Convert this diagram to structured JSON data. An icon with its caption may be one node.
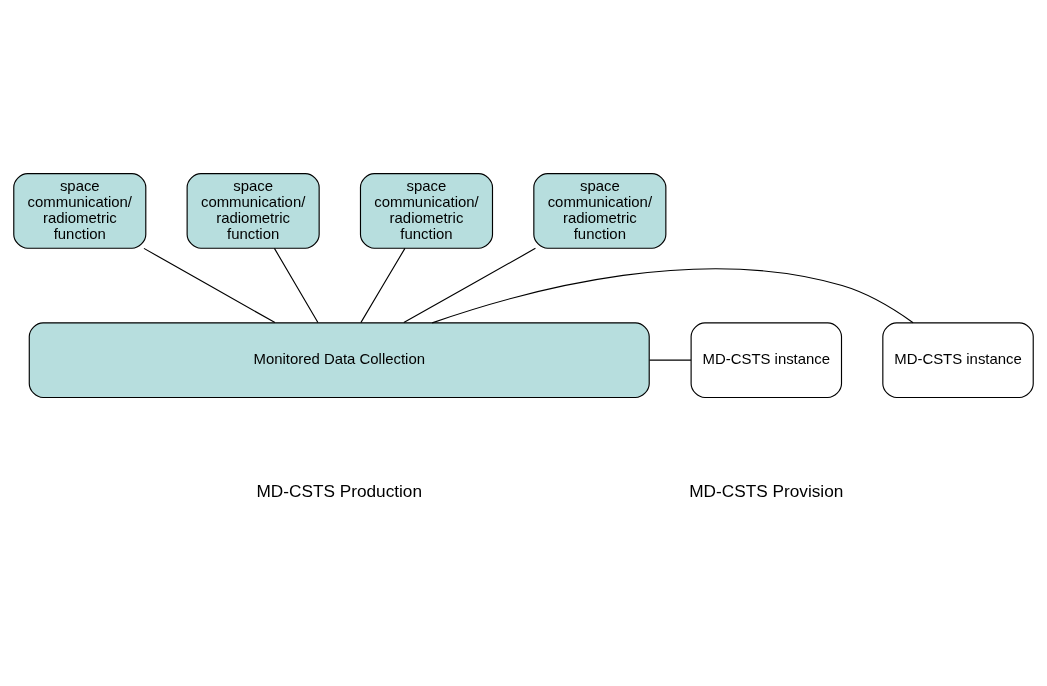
{
  "diagram": {
    "nodes": [
      {
        "text": [
          "space communication/ radiometric function"
        ]
      },
      {
        "text": [
          "space communication/ radiometric function"
        ]
      },
      {
        "text": [
          "space communication/ radiometric function"
        ]
      },
      {
        "text": [
          "space communication/ radiometric function"
        ]
      },
      {
        "text": [
          "Monitored Data Collection"
        ]
      },
      {
        "text": [
          "MD-CSTS instance"
        ]
      },
      {
        "text": [
          "MD-CSTS instance"
        ]
      }
    ],
    "edges": [
      {
        "from": 0,
        "to": 4,
        "arrow": "none"
      },
      {
        "from": 1,
        "to": 4,
        "arrow": "none"
      },
      {
        "from": 2,
        "to": 4,
        "arrow": "none"
      },
      {
        "from": 3,
        "to": 4,
        "arrow": "none"
      },
      {
        "from": 4,
        "to": 5,
        "arrow": "none"
      },
      {
        "from": 4,
        "to": 6,
        "arrow": "none"
      }
    ],
    "labels": [
      "MD-CSTS Production",
      "MD-CSTS Provision"
    ]
  }
}
